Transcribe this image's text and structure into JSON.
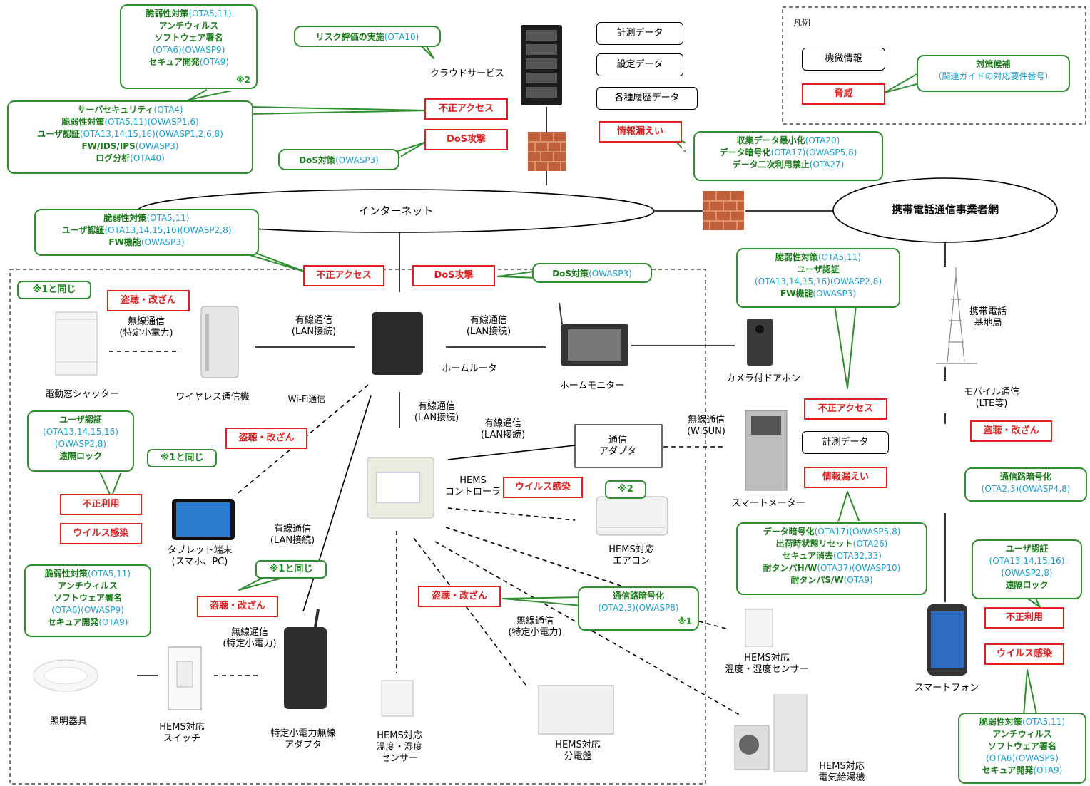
{
  "legend": {
    "title": "凡例",
    "confidential": "機微情報",
    "threat": "脅威",
    "measure_title": "対策候補",
    "measure_sub": "（関連ガイドの対応要件番号）"
  },
  "networks": {
    "internet": "インターネット",
    "mobile_carrier": "携帯電話通信事業者網"
  },
  "devices": {
    "cloud": "クラウドサービス",
    "home_router": "ホームルータ",
    "home_monitor": "ホームモニター",
    "door_phone": "カメラ付ドアホン",
    "base_station": "携帯電話\n基地局",
    "wireless_unit": "ワイヤレス通信機",
    "shutter": "電動窓シャッター",
    "tablet": "タブレット端末\n(スマホ、PC)",
    "hems_controller": "HEMS\nコントローラ",
    "comm_adapter": "通信\nアダプタ",
    "smart_meter": "スマートメーター",
    "aircon": "HEMS対応\nエアコン",
    "temp_sensor_right": "HEMS対応\n温度・湿度センサー",
    "temp_sensor_center": "HEMS対応\n温度・湿度\nセンサー",
    "water_heater": "HEMS対応\n電気給湯機",
    "distribution_board": "HEMS対応\n分電盤",
    "lighting": "照明器具",
    "hems_switch": "HEMS対応\nスイッチ",
    "low_power_adapter": "特定小電力無線\nアダプタ",
    "smartphone": "スマートフォン"
  },
  "links": {
    "wired_lan": "有線通信\n(LAN接続)",
    "wireless_low_power": "無線通信\n(特定小電力)",
    "wifi": "Wi-Fi通信",
    "wisun": "無線通信\n(WiSUN)",
    "mobile": "モバイル通信\n(LTE等)"
  },
  "data_items": {
    "measurement": "計測データ",
    "settings": "設定データ",
    "history": "各種履歴データ"
  },
  "threats": {
    "unauthorized_access": "不正アクセス",
    "dos": "DoS攻撃",
    "info_leak": "情報漏えい",
    "eavesdrop": "盗聴・改ざん",
    "misuse": "不正利用",
    "virus": "ウイルス感染"
  },
  "notes": {
    "same_as_1": "※1と同じ",
    "mark2": "※2",
    "mark1": "※1"
  },
  "measures": {
    "vuln_5_11": "脆弱性対策",
    "vuln_5_11_ref": "(OTA5,11)",
    "antivirus": "アンチウィルス",
    "signing": "ソフトウェア署名",
    "signing_ref": "(OTA6)(OWASP9)",
    "secure_dev": "セキュア開発",
    "secure_dev_ref": "(OTA9)",
    "risk_eval": "リスク評価の実施",
    "risk_eval_ref": "(OTA10)",
    "server_sec": "サーバセキュリティ",
    "server_sec_ref": "(OTA4)",
    "vuln_owasp16_ref": "(OTA5,11)(OWASP1,6)",
    "user_auth": "ユーザ認証",
    "user_auth_cloud_ref": "(OTA13,14,15,16)(OWASP1,2,6,8)",
    "fw_ids_ips": "FW/IDS/IPS",
    "fw_ids_ips_ref": "(OWASP3)",
    "log_analysis": "ログ分析",
    "log_analysis_ref": "(OTA40)",
    "dos_measure": "DoS対策",
    "dos_measure_ref": "(OWASP3)",
    "data_min": "収集データ最小化",
    "data_min_ref": "(OTA20)",
    "data_enc": "データ暗号化",
    "data_enc_ref": "(OTA17)(OWASP5,8)",
    "data_reuse": "データ二次利用禁止",
    "data_reuse_ref": "(OTA27)",
    "user_auth_router_ref": "(OTA13,14,15,16)(OWASP2,8)",
    "fw_func": "FW機能",
    "fw_func_ref": "(OWASP3)",
    "user_auth_dev_ref1": "(OTA13,14,15,16)",
    "user_auth_dev_ref2": "(OWASP2,8)",
    "remote_lock": "遠隔ロック",
    "factory_reset": "出荷時状態リセット",
    "factory_reset_ref": "(OTA26)",
    "secure_erase": "セキュア消去",
    "secure_erase_ref": "(OTA32,33)",
    "tamper_hw": "耐タンパH/W",
    "tamper_hw_ref": "(OTA37)(OWASP10)",
    "tamper_sw": "耐タンパS/W",
    "tamper_sw_ref": "(OTA9)",
    "channel_enc": "通信路暗号化",
    "channel_enc_ref": "(OTA2,3)(OWASP4,8)",
    "channel_enc2": "通信路暗号化",
    "channel_enc2_ref": "(OTA2,3)(OWASP8)"
  }
}
